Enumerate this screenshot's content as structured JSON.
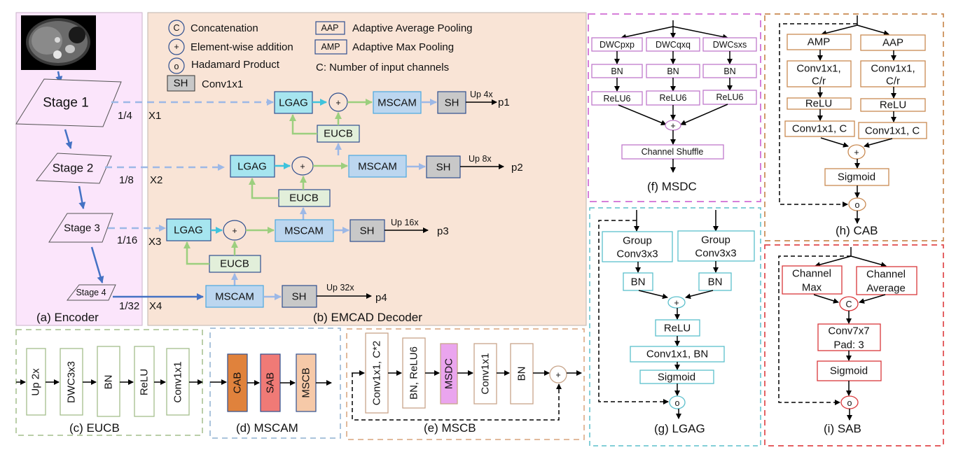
{
  "colors": {
    "encoder_bg": "#fbe5fb",
    "decoder_bg": "#f9e4d6",
    "lgag_fill": "#a6e5ef",
    "mscam_fill": "#bcd6ef",
    "eucb_fill": "#e2efda",
    "sh_fill": "#c8c8c8",
    "cab_fill": "#e0823c",
    "sab_fill": "#f07a76",
    "mscb_fill": "#f6c9a8",
    "msdc_fill": "#eaa5ee",
    "msdc_border": "#c07acb",
    "lgag_border": "#5bbfcc",
    "cab_border": "#c98a52",
    "sab_border": "#d9373a",
    "eucb_border": "#a3be8c",
    "mscb_border": "#c8a58a"
  },
  "encoder": {
    "stages": [
      "Stage 1",
      "Stage 2",
      "Stage 3",
      "Stage 4"
    ],
    "scales": [
      "1/4",
      "1/8",
      "1/16",
      "1/32"
    ],
    "features": [
      "X1",
      "X2",
      "X3",
      "X4"
    ],
    "caption": "(a) Encoder"
  },
  "legend": {
    "concat_symbol": "C",
    "concat_label": "Concatenation",
    "add_symbol": "+",
    "add_label": "Element-wise addition",
    "hadamard_symbol": "o",
    "hadamard_label": "Hadamard Product",
    "sh_symbol": "SH",
    "sh_label": "Conv1x1",
    "aap_symbol": "AAP",
    "aap_label": "Adaptive Average Pooling",
    "amp_symbol": "AMP",
    "amp_label": "Adaptive Max Pooling",
    "c_note": "C: Number of input channels"
  },
  "decoder": {
    "lgag": "LGAG",
    "mscam": "MSCAM",
    "eucb": "EUCB",
    "sh": "SH",
    "plus": "+",
    "ups": [
      "Up 4x",
      "Up 8x",
      "Up 16x",
      "Up 32x"
    ],
    "outputs": [
      "p1",
      "p2",
      "p3",
      "p4"
    ],
    "caption": "(b) EMCAD Decoder"
  },
  "eucb": {
    "blocks": [
      "Up 2x",
      "DWC3x3",
      "BN",
      "ReLU",
      "Conv1x1"
    ],
    "caption": "(c) EUCB"
  },
  "mscam": {
    "blocks": [
      "CAB",
      "SAB",
      "MSCB"
    ],
    "caption": "(d) MSCAM"
  },
  "mscb": {
    "blocks": [
      "Conv1x1, C*2",
      "BN, ReLU6",
      "MSDC",
      "Conv1x1",
      "BN"
    ],
    "plus": "+",
    "caption": "(e) MSCB"
  },
  "msdc": {
    "dwc": [
      "DWCpxp",
      "DWCqxq",
      "DWCsxs"
    ],
    "bn": "BN",
    "relu6": "ReLU6",
    "plus": "+",
    "shuffle": "Channel Shuffle",
    "caption": "(f) MSDC"
  },
  "lgag": {
    "group_line1": "Group",
    "group_line2": "Conv3x3",
    "bn": "BN",
    "plus": "+",
    "relu": "ReLU",
    "conv_bn": "Conv1x1, BN",
    "sigmoid": "Sigmoid",
    "hadamard": "o",
    "caption": "(g) LGAG"
  },
  "cab": {
    "amp": "AMP",
    "aap": "AAP",
    "conv_r_line1": "Conv1x1,",
    "conv_r_line2": "C/r",
    "relu": "ReLU",
    "conv_c": "Conv1x1, C",
    "plus": "+",
    "sigmoid": "Sigmoid",
    "hadamard": "o",
    "caption": "(h) CAB"
  },
  "sab": {
    "cmax_line1": "Channel",
    "cmax_line2": "Max",
    "cavg_line1": "Channel",
    "cavg_line2": "Average",
    "concat": "C",
    "conv_line1": "Conv7x7",
    "conv_line2": "Pad: 3",
    "sigmoid": "Sigmoid",
    "hadamard": "o",
    "caption": "(i) SAB"
  }
}
